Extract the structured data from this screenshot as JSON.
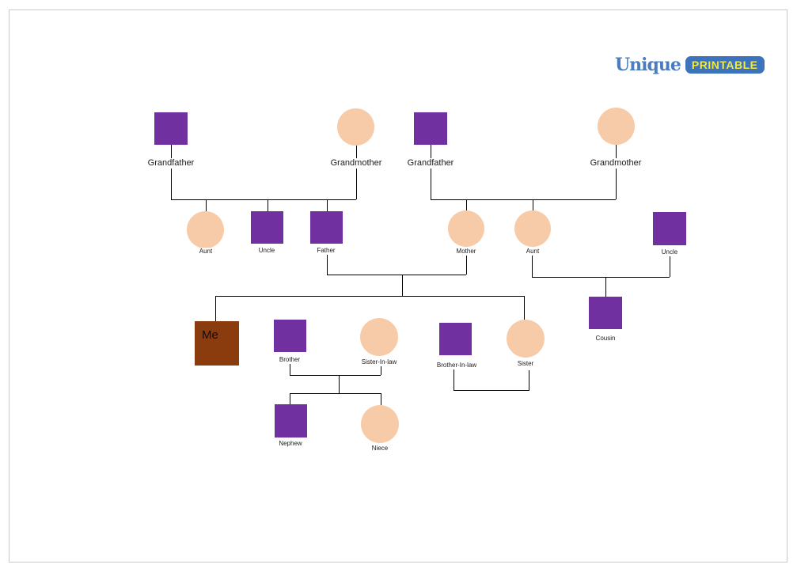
{
  "logo": {
    "brand_word": "Unique",
    "badge_word": "PRINTABLE"
  },
  "colors": {
    "male_shape": "#7030A0",
    "female_shape": "#F7CBA8",
    "me_shape": "#8A3C0F",
    "connector_line": "#000000",
    "page_border": "#C9C9C9",
    "logo_blue": "#3D73BC",
    "logo_yellow": "#F2E93E",
    "background": "#FFFFFF"
  },
  "diagram": {
    "type": "family-tree-genogram",
    "shape_legend": {
      "square": "male",
      "circle": "female"
    },
    "relationships": [
      "paternal grandfather + grandmother -> aunt, uncle, father",
      "maternal grandfather + grandmother -> mother, aunt",
      "father + mother -> me, sister",
      "maternal aunt + uncle -> cousin",
      "brother + sister-in-law -> nephew, niece",
      "brother-in-law + sister (married, no children shown)"
    ]
  },
  "nodes": {
    "grandfather_paternal": {
      "label": "Grandfather",
      "shape": "square"
    },
    "grandmother_paternal": {
      "label": "Grandmother",
      "shape": "circle"
    },
    "grandfather_maternal": {
      "label": "Grandfather",
      "shape": "square"
    },
    "grandmother_maternal": {
      "label": "Grandmother",
      "shape": "circle"
    },
    "aunt_paternal": {
      "label": "Aunt",
      "shape": "circle"
    },
    "uncle_paternal": {
      "label": "Uncle",
      "shape": "square"
    },
    "father": {
      "label": "Father",
      "shape": "square"
    },
    "mother": {
      "label": "Mother",
      "shape": "circle"
    },
    "aunt_maternal": {
      "label": "Aunt",
      "shape": "circle"
    },
    "uncle_maternal": {
      "label": "Uncle",
      "shape": "square"
    },
    "me": {
      "label": "Me",
      "shape": "square"
    },
    "brother": {
      "label": "Brother",
      "shape": "square"
    },
    "sister_in_law": {
      "label": "Sister-In-law",
      "shape": "circle"
    },
    "brother_in_law": {
      "label": "Brother-In-law",
      "shape": "square"
    },
    "sister": {
      "label": "Sister",
      "shape": "circle"
    },
    "cousin": {
      "label": "Cousin",
      "shape": "square"
    },
    "nephew": {
      "label": "Nephew",
      "shape": "square"
    },
    "niece": {
      "label": "Niece",
      "shape": "circle"
    }
  }
}
